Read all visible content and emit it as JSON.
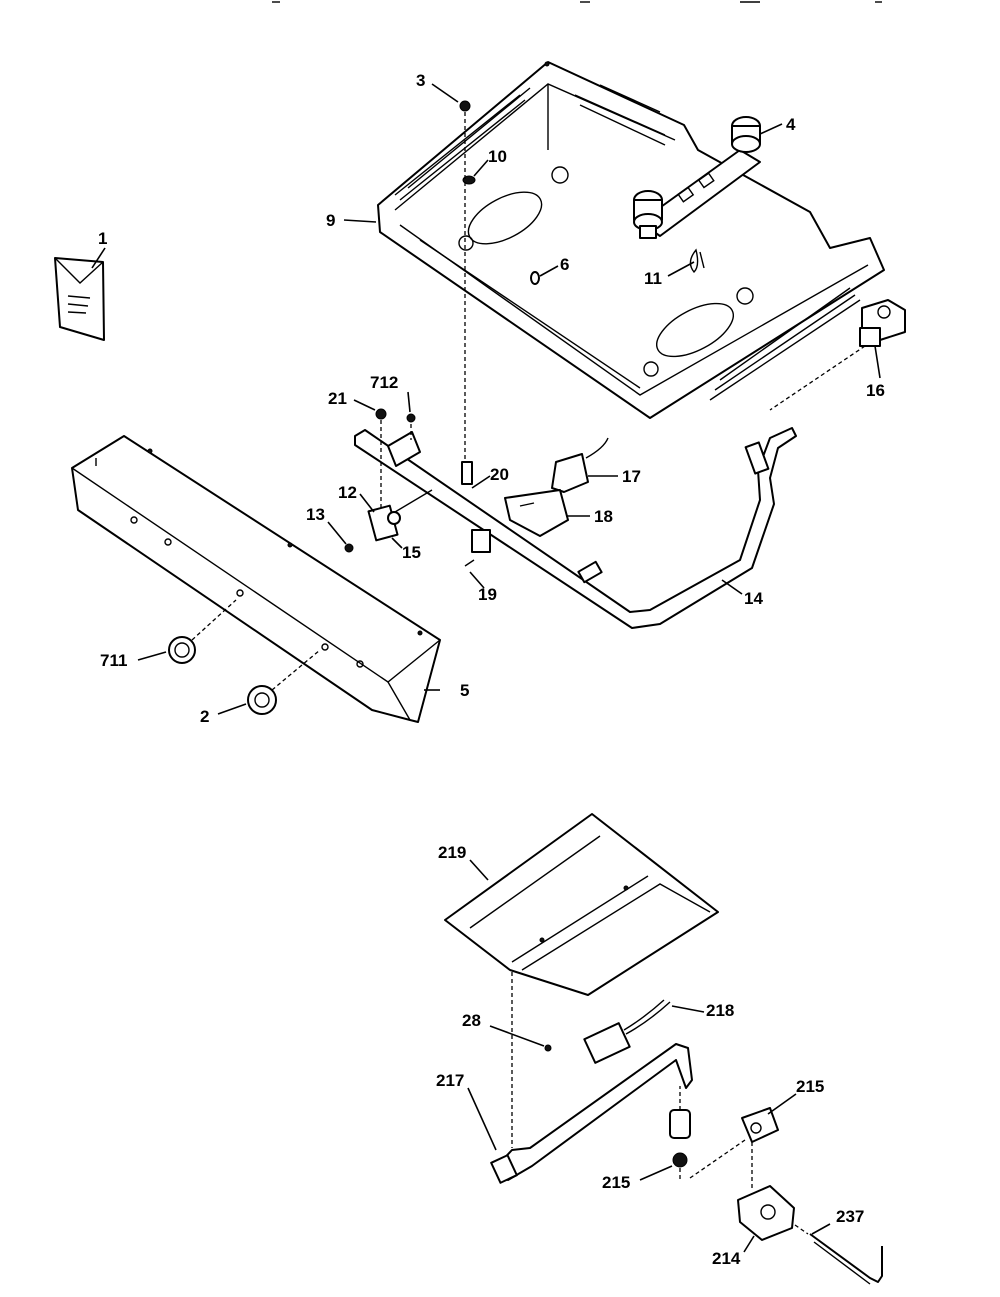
{
  "callouts": [
    {
      "id": "c-3",
      "text": "3"
    },
    {
      "id": "c-4",
      "text": "4"
    },
    {
      "id": "c-10",
      "text": "10"
    },
    {
      "id": "c-9",
      "text": "9"
    },
    {
      "id": "c-1",
      "text": "1"
    },
    {
      "id": "c-6",
      "text": "6"
    },
    {
      "id": "c-11",
      "text": "11"
    },
    {
      "id": "c-16",
      "text": "16"
    },
    {
      "id": "c-21",
      "text": "21"
    },
    {
      "id": "c-712",
      "text": "712"
    },
    {
      "id": "c-20",
      "text": "20"
    },
    {
      "id": "c-17",
      "text": "17"
    },
    {
      "id": "c-18",
      "text": "18"
    },
    {
      "id": "c-12",
      "text": "12"
    },
    {
      "id": "c-13",
      "text": "13"
    },
    {
      "id": "c-15",
      "text": "15"
    },
    {
      "id": "c-19",
      "text": "19"
    },
    {
      "id": "c-14",
      "text": "14"
    },
    {
      "id": "c-711",
      "text": "711"
    },
    {
      "id": "c-5",
      "text": "5"
    },
    {
      "id": "c-2",
      "text": "2"
    },
    {
      "id": "c-219",
      "text": "219"
    },
    {
      "id": "c-218",
      "text": "218"
    },
    {
      "id": "c-28",
      "text": "28"
    },
    {
      "id": "c-217",
      "text": "217"
    },
    {
      "id": "c-215a",
      "text": "215"
    },
    {
      "id": "c-215b",
      "text": "215"
    },
    {
      "id": "c-237",
      "text": "237"
    },
    {
      "id": "c-214",
      "text": "214"
    }
  ]
}
